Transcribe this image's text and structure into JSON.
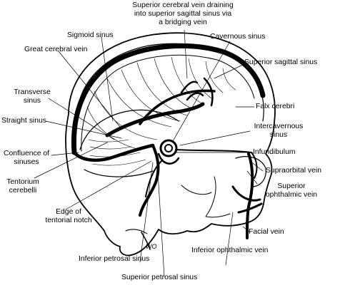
{
  "diagram": {
    "labels": {
      "superior_cerebral_vein": "Superior cerebral vein draining\ninto superior sagittal sinus via\na bridging vein",
      "sigmoid_sinus": "Sigmoid sinus",
      "cavernous_sinus": "Cavernous sinus",
      "great_cerebral_vein": "Great cerebral vein",
      "superior_sagittal_sinus": "Superior sagittal sinus",
      "transverse_sinus": "Transverse\nsinus",
      "falx_cerebri": "Falx cerebri",
      "straight_sinus": "Straight sinus",
      "intercavernous_sinus": "Intercavernous\nsinus",
      "confluence_of_sinuses": "Confluence of\nsinuses",
      "infundibulum": "Infundibulum",
      "supraorbital_vein": "Supraorbital vein",
      "tentorium_cerebelli": "Tentorium\ncerebelli",
      "superior_ophthalmic_vein": "Superior\nophthalmic vein",
      "edge_of_tentorial_notch": "Edge of\ntentorial notch",
      "facial_vein": "Facial vein",
      "inferior_ophthalmic_vein": "Inferior ophthalmic vein",
      "inferior_petrosal_sinus": "Inferior petrosal sinus",
      "superior_petrosal_sinus": "Superior petrosal sinus"
    },
    "artist_signature": "WO",
    "colors": {
      "ink": "#000000",
      "background": "#ffffff"
    }
  }
}
